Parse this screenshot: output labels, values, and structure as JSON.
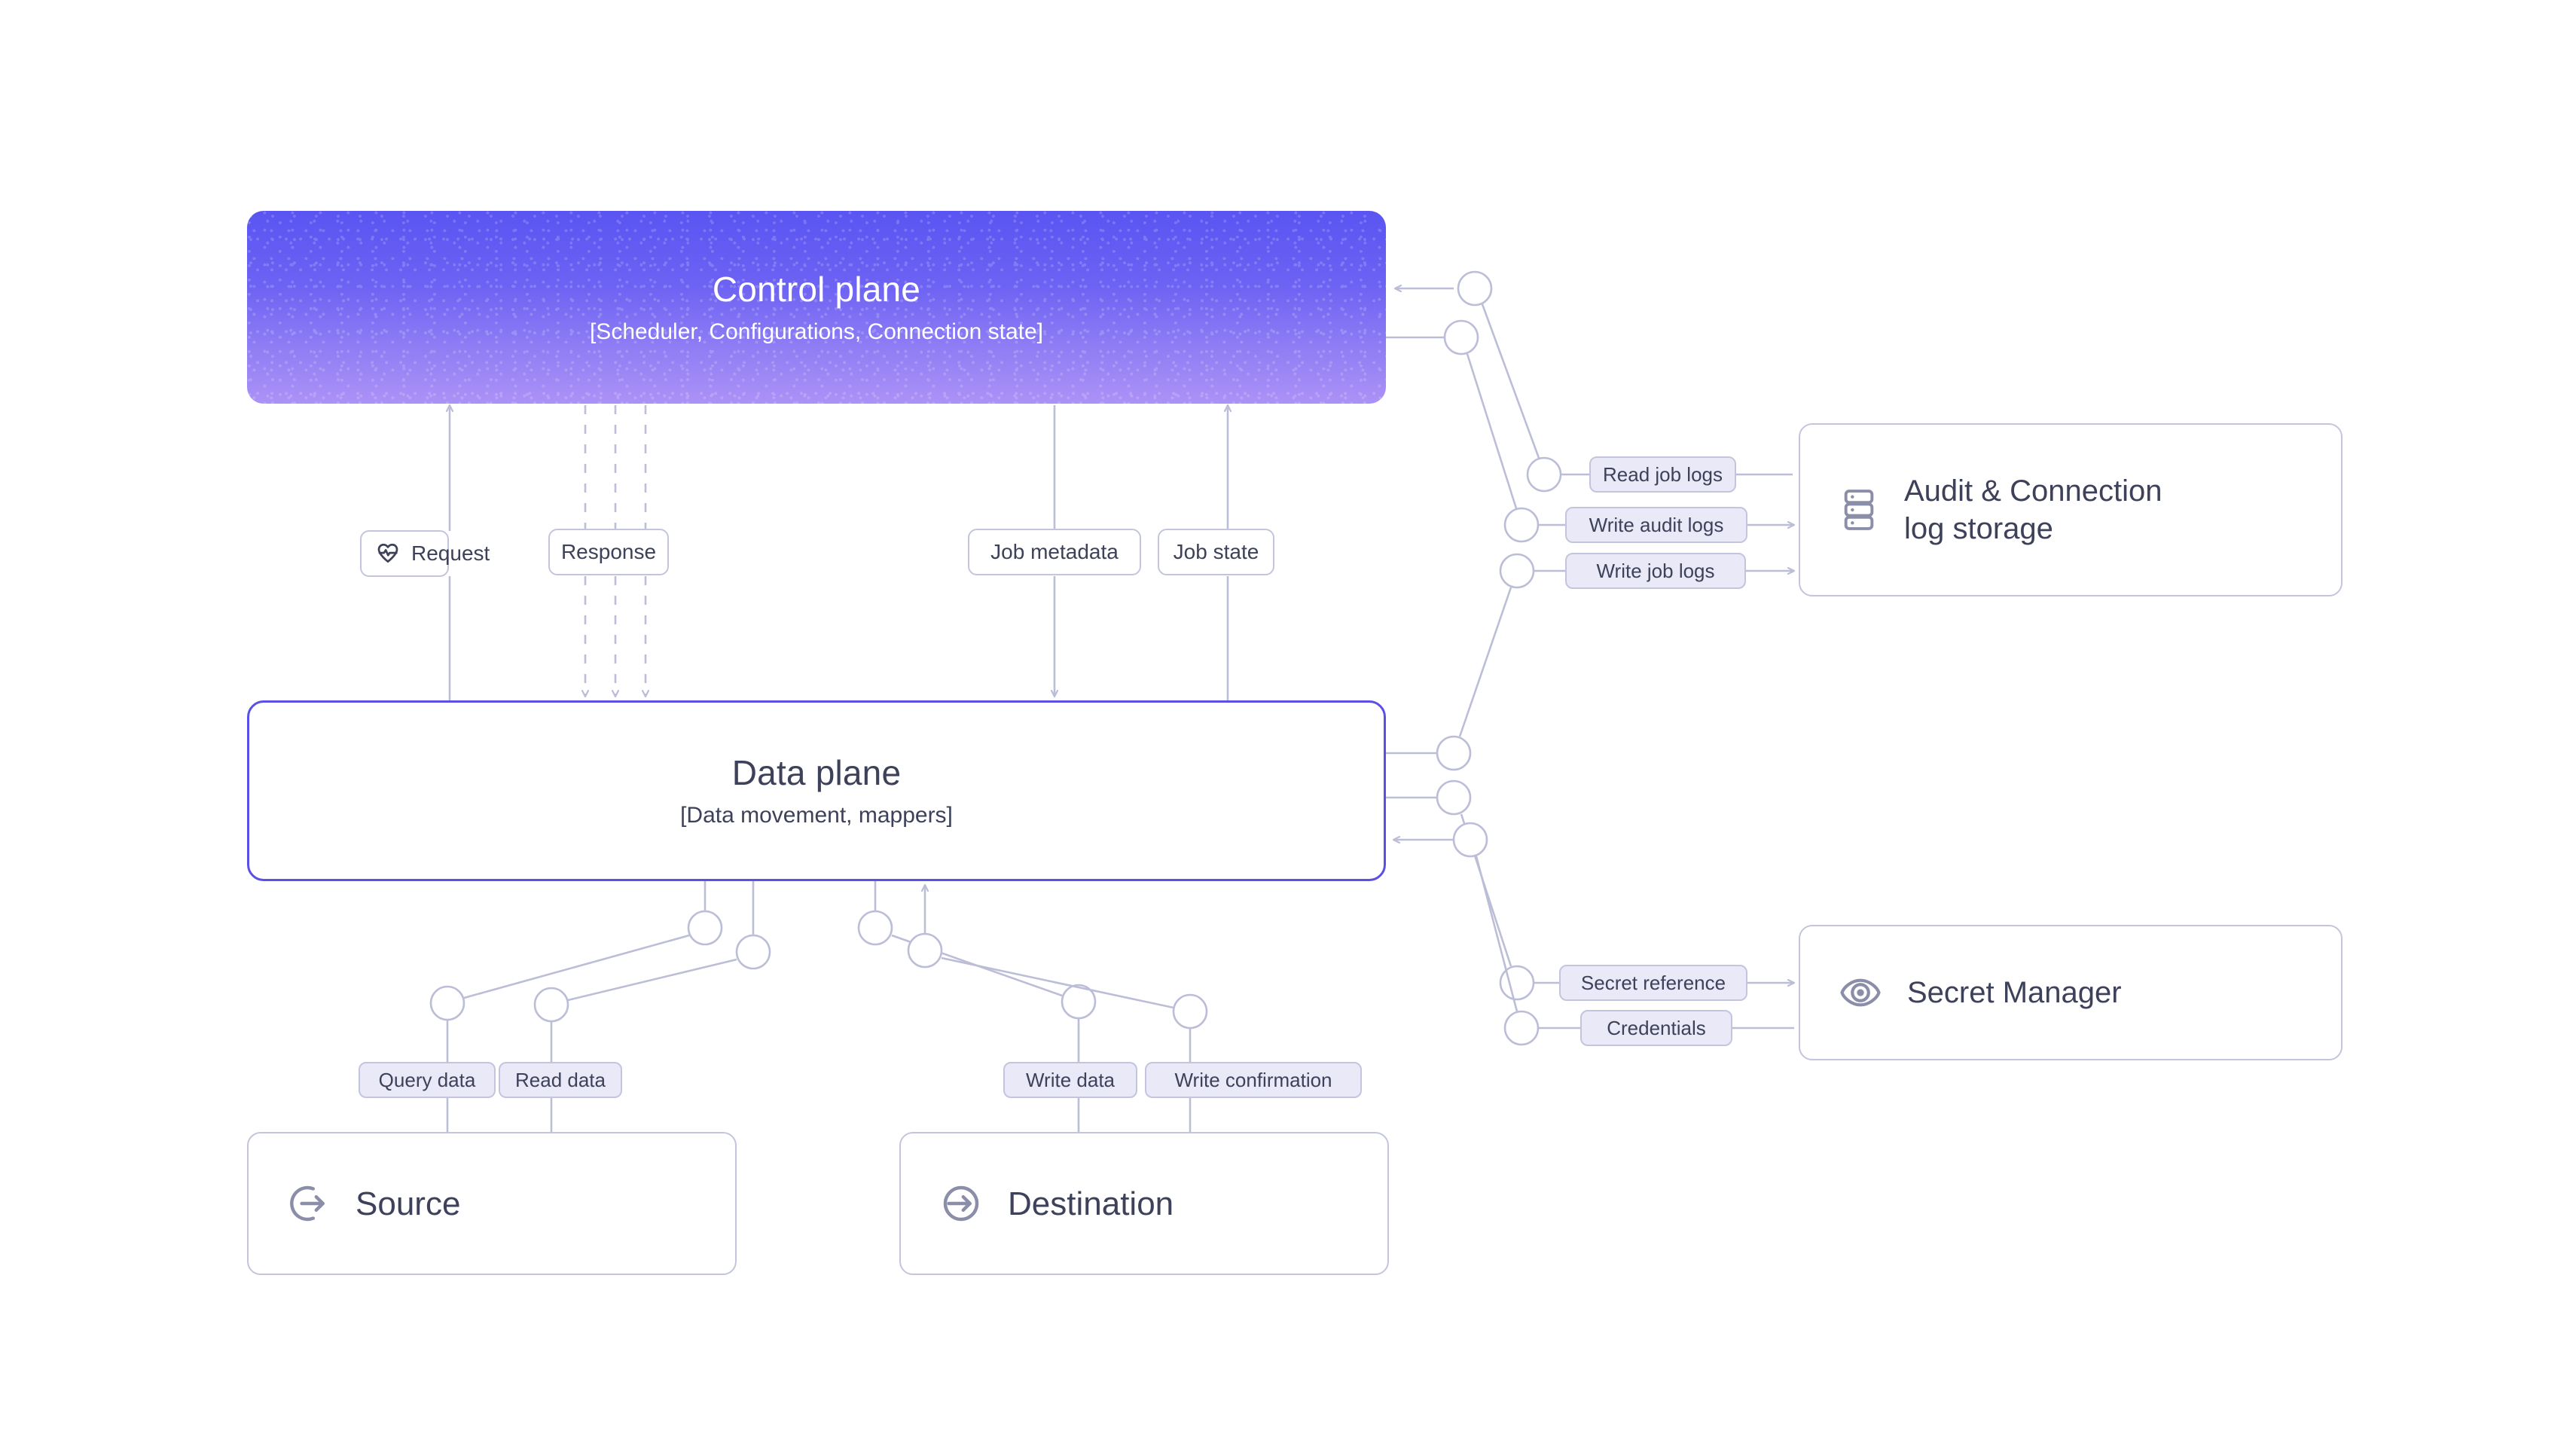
{
  "diagram": {
    "title": "Control plane / Data plane architecture",
    "background": "#ffffff",
    "colors": {
      "control_plane_gradient_top": "#5a54f2",
      "control_plane_gradient_bottom": "#ab92f6",
      "data_plane_border": "#5b4fe6",
      "wire": "#bcbed8",
      "edge_label_fill": "#e9e9f8",
      "card_border": "#c3c5dd",
      "text": "#3d4159",
      "icon": "#8b8ea8"
    }
  },
  "planes": {
    "control": {
      "title": "Control plane",
      "subtitle": "[Scheduler, Configurations, Connection state]"
    },
    "data": {
      "title": "Data plane",
      "subtitle": "[Data movement, mappers]"
    }
  },
  "services": {
    "audit_storage": {
      "label": "Audit & Connection\nlog storage",
      "line1": "Audit & Connection",
      "line2": "log storage",
      "icon": "server-stack-icon"
    },
    "secret_manager": {
      "label": "Secret Manager",
      "icon": "eye-icon"
    },
    "source": {
      "label": "Source",
      "icon": "arrow-out-of-circle-icon"
    },
    "destination": {
      "label": "Destination",
      "icon": "arrow-into-circle-icon"
    }
  },
  "node_labels": [
    {
      "id": "request",
      "text": "Request",
      "icon": "heart-pulse-icon",
      "style": "white"
    },
    {
      "id": "response",
      "text": "Response",
      "icon": null,
      "style": "white"
    },
    {
      "id": "job-metadata",
      "text": "Job metadata",
      "icon": null,
      "style": "white"
    },
    {
      "id": "job-state",
      "text": "Job state",
      "icon": null,
      "style": "white"
    }
  ],
  "edge_labels": [
    {
      "id": "read-job-logs",
      "text": "Read job logs",
      "from": "audit-storage",
      "to": "control-plane"
    },
    {
      "id": "write-audit-logs",
      "text": "Write audit logs",
      "from": "control-plane",
      "to": "audit-storage"
    },
    {
      "id": "write-job-logs",
      "text": "Write job logs",
      "from": "data-plane",
      "to": "audit-storage"
    },
    {
      "id": "secret-reference",
      "text": "Secret reference",
      "from": "data-plane",
      "to": "secret-manager"
    },
    {
      "id": "credentials",
      "text": "Credentials",
      "from": "secret-manager",
      "to": "data-plane"
    },
    {
      "id": "query-data",
      "text": "Query data",
      "from": "data-plane",
      "to": "source"
    },
    {
      "id": "read-data",
      "text": "Read data",
      "from": "source",
      "to": "data-plane"
    },
    {
      "id": "write-data",
      "text": "Write data",
      "from": "data-plane",
      "to": "destination"
    },
    {
      "id": "write-confirmation",
      "text": "Write confirmation",
      "from": "destination",
      "to": "data-plane"
    }
  ]
}
